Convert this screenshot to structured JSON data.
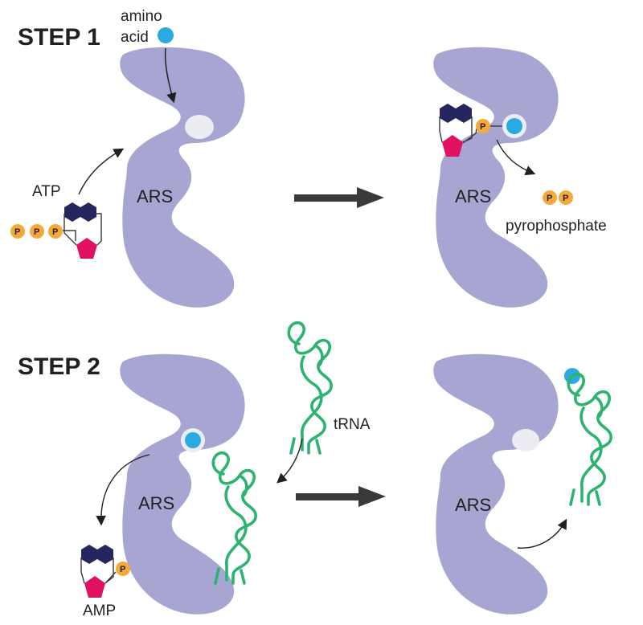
{
  "step1": {
    "title": "STEP 1",
    "amino_acid_label_line1": "amino",
    "amino_acid_label_line2": "acid",
    "atp_label": "ATP",
    "enzyme_label_left": "ARS",
    "enzyme_label_right": "ARS",
    "pyrophosphate_label": "pyrophosphate",
    "phosphate_symbol": "P"
  },
  "step2": {
    "title": "STEP 2",
    "trna_label": "tRNA",
    "amp_label": "AMP",
    "enzyme_label_left": "ARS",
    "enzyme_label_right": "ARS",
    "phosphate_symbol": "P"
  },
  "colors": {
    "enzyme": "#a7a6d3",
    "amino_acid": "#29abe2",
    "phosphate": "#f6a93b",
    "adenine": "#252660",
    "ribose": "#e0115f",
    "trna": "#2cb36f",
    "arrow": "#3a3a3a"
  }
}
